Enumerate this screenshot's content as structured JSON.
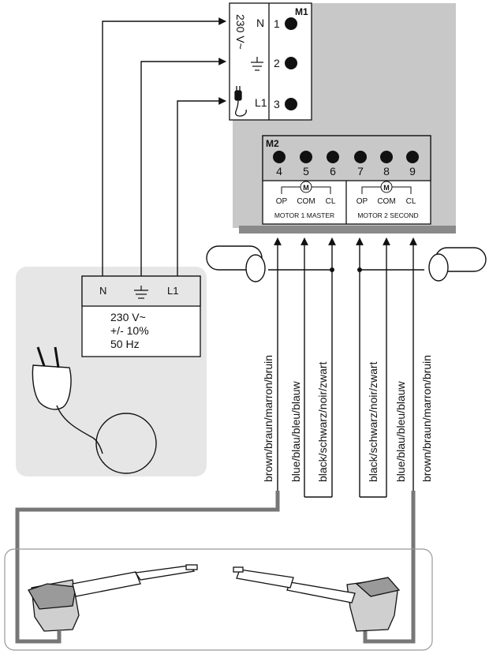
{
  "control_unit": {
    "m1": {
      "label": "M1",
      "voltage": "230 V~",
      "rows": [
        {
          "symbol": "N",
          "terminal": "1"
        },
        {
          "symbol": "",
          "terminal": "2"
        },
        {
          "symbol": "L1",
          "terminal": "3"
        }
      ]
    },
    "m2": {
      "label": "M2",
      "terminals": [
        "4",
        "5",
        "6",
        "7",
        "8",
        "9"
      ],
      "motor_terms": [
        "OP",
        "COM",
        "CL",
        "OP",
        "COM",
        "CL"
      ],
      "motor_symbol": "M",
      "motor1": "MOTOR 1 MASTER",
      "motor2": "MOTOR 2 SECOND"
    }
  },
  "supply": {
    "n": "N",
    "l1": "L1",
    "line1": "230 V~",
    "line2": "+/- 10%",
    "line3": "50 Hz"
  },
  "wires_left": [
    "brown/braun/marron/bruin",
    "blue/blau/bleu/blauw",
    "black/schwarz/noir/zwart"
  ],
  "wires_right": [
    "black/schwarz/noir/zwart",
    "blue/blau/bleu/blauw",
    "brown/braun/marron/bruin"
  ],
  "colors": {
    "panel_gray": "#c8c8c8",
    "supply_bg": "#e6e6e6",
    "cable_gray": "#777777"
  }
}
